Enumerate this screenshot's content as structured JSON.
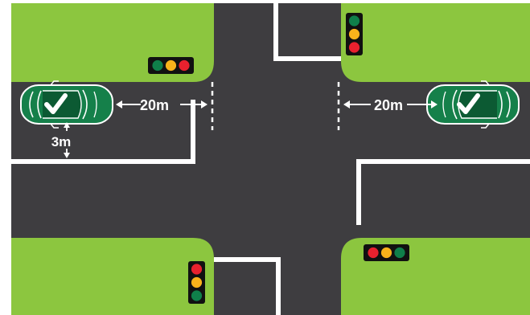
{
  "colors": {
    "road": "#3e3d40",
    "grass": "#8cc63f",
    "line": "#ffffff",
    "car_body": "#15804a",
    "car_dark": "#0c5a33",
    "light_housing": "#111111",
    "light_red": "#e8212e",
    "light_amber": "#f9b21b",
    "light_green": "#0f7f4a"
  },
  "icons": {
    "car": "car-icon",
    "check": "check-mark-icon",
    "arrow": "arrow-icon",
    "traffic_light": "traffic-light-icon"
  },
  "distances": {
    "left_car_to_line": "20m",
    "right_car_to_line": "20m",
    "left_car_to_kerb": "3m"
  },
  "traffic_lights": [
    {
      "id": "top-left",
      "orientation": "horizontal",
      "lamps": [
        "green",
        "amber",
        "red"
      ]
    },
    {
      "id": "top-right",
      "orientation": "vertical",
      "lamps": [
        "green",
        "amber",
        "red"
      ]
    },
    {
      "id": "bottom-left",
      "orientation": "vertical",
      "lamps": [
        "red",
        "amber",
        "green"
      ]
    },
    {
      "id": "bottom-right",
      "orientation": "horizontal",
      "lamps": [
        "red",
        "amber",
        "green"
      ]
    }
  ]
}
